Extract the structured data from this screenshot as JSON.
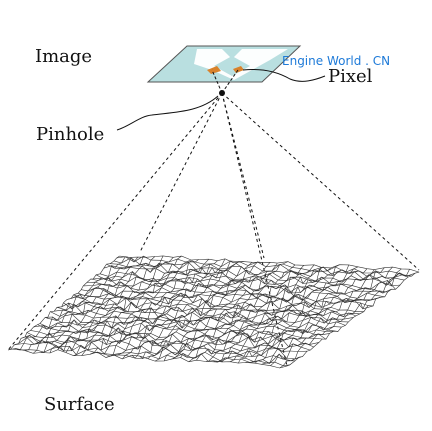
{
  "labels": {
    "image": "Image",
    "pixel": "Pixel",
    "pinhole": "Pinhole",
    "surface": "Surface"
  },
  "watermark": "Engine World . CN",
  "colors": {
    "image_plane_fill": "#b9dfe0",
    "image_plane_stroke": "#555555",
    "pixel_marker": "#d9822b",
    "watermark": "#1e7ad8",
    "ray_line": "#111111",
    "mesh_line": "#333333"
  }
}
